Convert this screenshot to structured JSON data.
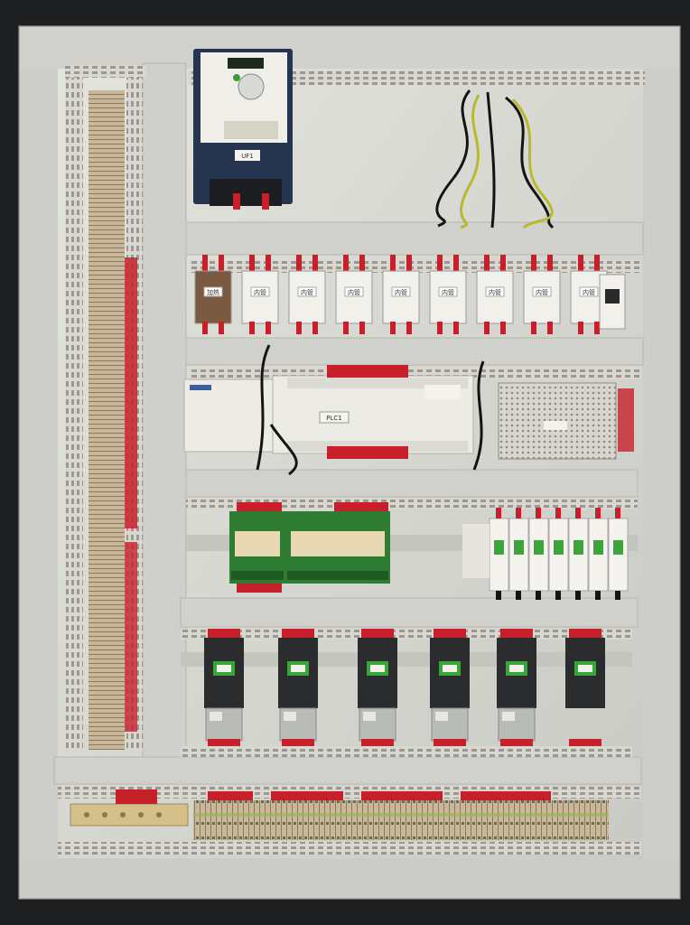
{
  "scene": {
    "description_label": "",
    "colors": {
      "background": "#1e1f20",
      "frame": "#cfd0cb",
      "frame_shadow": "#a9aaa5",
      "backplate": "#d9dad4",
      "duct": "#d6d4cc",
      "terminal_beige": "#c9b79a",
      "wire_red": "#c8202a",
      "wire_black": "#141414",
      "ssr_white": "#f1f0ea",
      "plc_body": "#ecebe4",
      "relay_green": "#2e7d32",
      "contactor_black": "#2a2c2e",
      "vfd_navy": "#26354f"
    },
    "vfd": {
      "label": "UF1"
    },
    "ssr_labels": [
      "加热",
      "内管",
      "内管",
      "内管",
      "内管",
      "内管",
      "内管",
      "内管",
      "内管"
    ],
    "plc_label": "PLC1",
    "psu_label": "",
    "contactor_count": 6,
    "breaker_count": 7
  }
}
